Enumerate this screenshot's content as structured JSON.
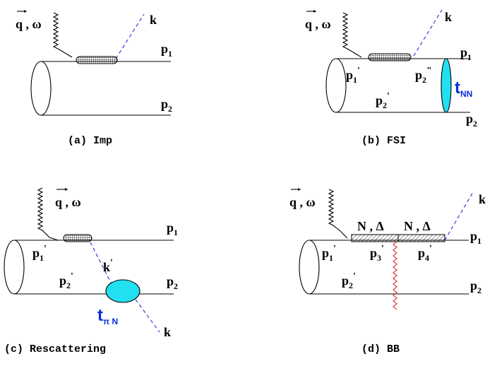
{
  "panel_a": {
    "photon_label": "q , ω",
    "kaon_label": "k",
    "p1": "p",
    "p1_sub": "1",
    "p2": "p",
    "p2_sub": "2",
    "caption": "(a)  Imp"
  },
  "panel_b": {
    "photon_label": "q , ω",
    "kaon_label": "k",
    "p1": "p",
    "p1_sub": "1",
    "p2": "p",
    "p2_sub": "2",
    "p1prime": "p",
    "p1prime_sub": "1",
    "prime": "'",
    "p2prime": "p",
    "p2prime_sub": "2",
    "p2dprime": "p",
    "p2dprime_sub": "2",
    "dprime": "\"",
    "t": "t",
    "t_sub": "NN",
    "caption": "(b)  FSI",
    "blob_color": "#22e0f0"
  },
  "panel_c": {
    "photon_label": "q , ω",
    "kaon_label": "k",
    "kprime": "k",
    "prime": "'",
    "p1": "p",
    "p1_sub": "1",
    "p2": "p",
    "p2_sub": "2",
    "p1prime": "p",
    "p1prime_sub": "1",
    "p2prime": "p",
    "p2prime_sub": "2",
    "t": "t",
    "t_sub": "π N",
    "caption": "(c)  Rescattering",
    "blob_color": "#22e0f0"
  },
  "panel_d": {
    "photon_label": "q , ω",
    "kaon_label": "k",
    "nd1": "N , Δ",
    "nd2": "N , Δ",
    "p1": "p",
    "p1_sub": "1",
    "p2": "p",
    "p2_sub": "2",
    "p1prime": "p",
    "p1prime_sub": "1",
    "p2prime": "p",
    "p2prime_sub": "2",
    "p3prime": "p",
    "p3prime_sub": "3",
    "p4prime": "p",
    "p4prime_sub": "4",
    "prime": "'",
    "caption": "(d)  BB",
    "exchange_color": "#e02020"
  }
}
